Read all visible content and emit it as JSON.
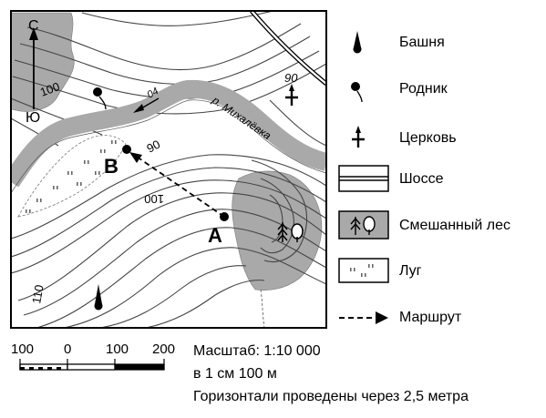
{
  "map": {
    "compass": {
      "north": "С",
      "south": "Ю"
    },
    "points": {
      "a": "А",
      "b": "В"
    },
    "contour_labels": [
      "100",
      "100",
      "110",
      "90",
      "90"
    ],
    "river_label": "р. Михалёвка",
    "river_flow_label": "04"
  },
  "legend": [
    {
      "icon": "tower-icon",
      "label": "Башня"
    },
    {
      "icon": "spring-icon",
      "label": "Родник"
    },
    {
      "icon": "church-icon",
      "label": "Церковь"
    },
    {
      "icon": "highway-icon",
      "label": "Шоссе"
    },
    {
      "icon": "mixed-forest-icon",
      "label": "Смешанный лес"
    },
    {
      "icon": "meadow-icon",
      "label": "Луг"
    },
    {
      "icon": "route-icon",
      "label": "Маршрут"
    }
  ],
  "scale_bar": {
    "ticks": [
      "100",
      "0",
      "100",
      "200"
    ]
  },
  "info": {
    "scale": "Масштаб: 1:10 000",
    "cm": "в 1 см 100 м",
    "contours": "Горизонтали проведены через 2,5 метра"
  },
  "colors": {
    "water": "#a9a9a9",
    "forest": "#a9a9a9",
    "ink": "#000000"
  }
}
